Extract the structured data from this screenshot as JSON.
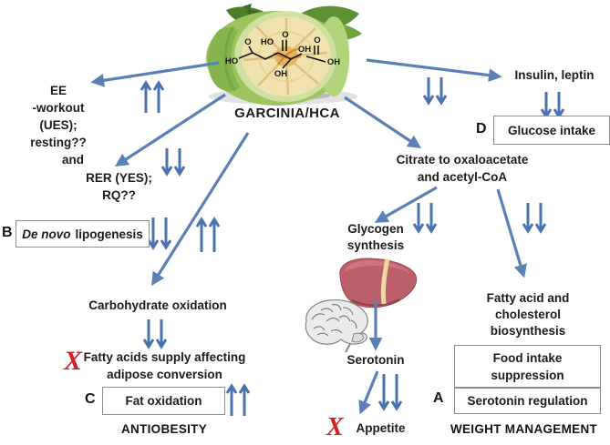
{
  "diagram": {
    "center_label": "GARCINIA/HCA",
    "left": {
      "ee_lines": "EE\n-workout\n(UES);\nresting??",
      "ee_and": "and",
      "rer": "RER (YES);\nRQ??",
      "b_letter": "B",
      "de_novo_italic": "De novo",
      "de_novo_rest": "lipogenesis",
      "carbohydrate_oxidation": "Carbohydrate  oxidation",
      "x_mark": "X",
      "fatty_acids_supply": "Fatty acids supply affecting\nadipose conversion",
      "c_letter": "C",
      "fat_oxidation": "Fat  oxidation",
      "section_title": "ANTIOBESITY"
    },
    "right": {
      "insulin_leptin": "Insulin, leptin",
      "d_letter": "D",
      "glucose_intake": "Glucose  intake",
      "citrate": "Citrate to oxaloacetate\nand acetyl-CoA",
      "glycogen_synthesis": "Glycogen\nsynthesis",
      "serotonin": "Serotonin",
      "fatty_acid_biosynthesis": "Fatty acid and\ncholesterol\nbiosynthesis",
      "food_intake_suppression": "Food intake\nsuppression",
      "a_letter": "A",
      "serotonin_regulation": "Serotonin regulation",
      "x_mark": "X",
      "appetite": "Appetite",
      "section_title": "WEIGHT MANAGEMENT"
    },
    "fruit_chem_labels": [
      "O",
      "HO",
      "O",
      "HO",
      "OH",
      "OH",
      "O",
      "OH"
    ]
  },
  "colors": {
    "arrow": "#5b80b6",
    "chevron": "#4a73ad",
    "x_mark": "#d42020",
    "text": "#1c1c1c",
    "box_border": "#8c8c8c"
  }
}
